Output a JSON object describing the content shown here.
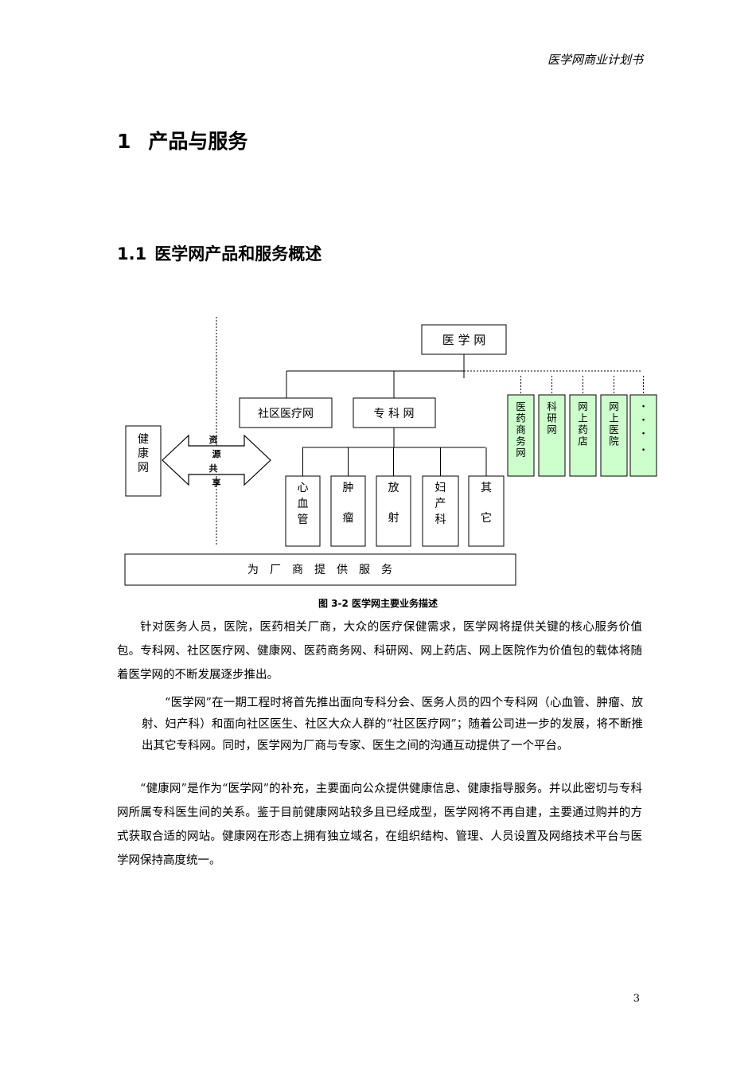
{
  "header": {
    "title": "医学网商业计划书"
  },
  "section": {
    "number": "1",
    "title": "产品与服务"
  },
  "subsection": {
    "number": "1.1",
    "title": "医学网产品和服务概述"
  },
  "diagram": {
    "root": "医 学 网",
    "community": "社区医疗网",
    "specialty": "专 科 网",
    "health": [
      "健",
      "康",
      "网"
    ],
    "share": [
      "资",
      "源",
      "共",
      "享"
    ],
    "specialties": [
      [
        "心",
        "血",
        "管"
      ],
      [
        "肿",
        "瘤"
      ],
      [
        "放",
        "射"
      ],
      [
        "妇",
        "产",
        "科"
      ],
      [
        "其",
        "它"
      ]
    ],
    "future": [
      [
        "医",
        "药",
        "商",
        "务",
        "网"
      ],
      [
        "科",
        "研",
        "网"
      ],
      [
        "网",
        "上",
        "药",
        "店"
      ],
      [
        "网",
        "上",
        "医",
        "院"
      ],
      [
        "·",
        "·",
        "·",
        "."
      ]
    ],
    "vendor": "为　厂　商　提　供　服　务",
    "colors": {
      "future_fill": "#ccffcc",
      "line": "#000000"
    }
  },
  "caption": "图 3-2 医学网主要业务描述",
  "paragraphs": {
    "p1": "针对医务人员，医院，医药相关厂商，大众的医疗保健需求，医学网将提供关键的核心服务价值包。专科网、社区医疗网、健康网、医药商务网、科研网、网上药店、网上医院作为价值包的载体将随着医学网的不断发展逐步推出。",
    "p2": "“医学网”在一期工程时将首先推出面向专科分会、医务人员的四个专科网（心血管、肿瘤、放射、妇产科）和面向社区医生、社区大众人群的“社区医疗网”；随着公司进一步的发展，将不断推出其它专科网。同时，医学网为厂商与专家、医生之间的沟通互动提供了一个平台。",
    "p3": "“健康网”是作为“医学网”的补充，主要面向公众提供健康信息、健康指导服务。并以此密切与专科网所属专科医生间的关系。鉴于目前健康网站较多且已经成型，医学网将不再自建，主要通过购并的方式获取合适的网站。健康网在形态上拥有独立域名，在组织结构、管理、人员设置及网络技术平台与医学网保持高度统一。"
  },
  "page_number": "3"
}
